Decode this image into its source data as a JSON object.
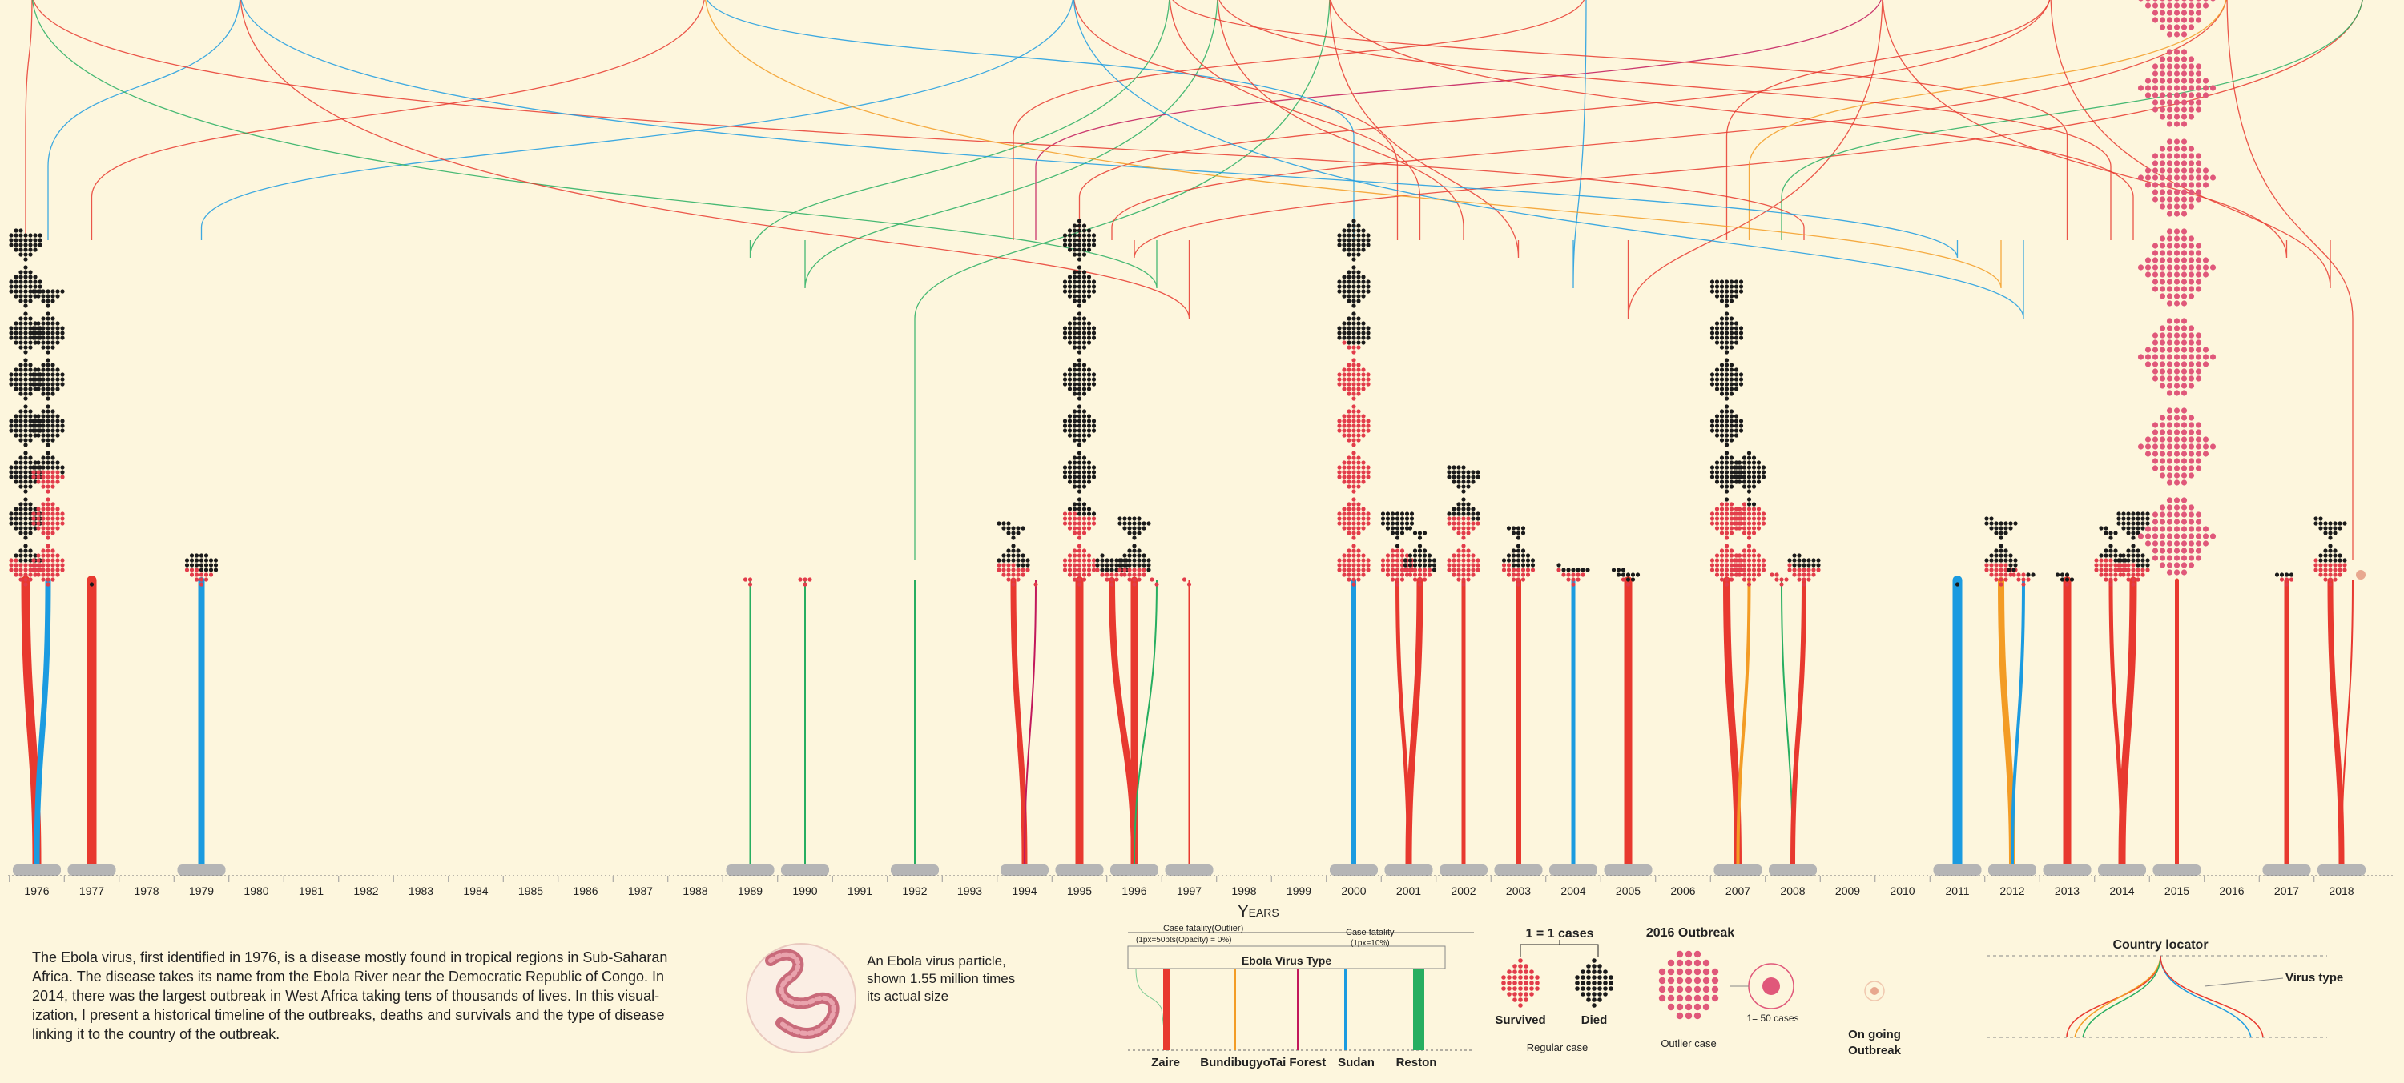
{
  "colors": {
    "background": "#fdf6dd",
    "zaire": "#e8392f",
    "bundibugyo": "#f39c25",
    "tai_forest": "#c2185b",
    "sudan": "#1b9be0",
    "reston": "#27ae60",
    "survived": "#e23c4a",
    "died": "#1a1a1a",
    "outlier": "#e0587a",
    "ongoing": "#e8a88f"
  },
  "chart_data": {
    "type": "timeline",
    "xlabel": "Years",
    "years": [
      "1976",
      "1977",
      "1978",
      "1979",
      "1980",
      "1981",
      "1982",
      "1983",
      "1984",
      "1985",
      "1986",
      "1987",
      "1988",
      "1989",
      "1990",
      "1991",
      "1992",
      "1993",
      "1994",
      "1995",
      "1996",
      "1997",
      "1998",
      "1999",
      "2000",
      "2001",
      "2002",
      "2003",
      "2004",
      "2005",
      "2006",
      "2007",
      "2008",
      "2009",
      "2010",
      "2011",
      "2012",
      "2013",
      "2014",
      "2015",
      "2016",
      "2017",
      "2018"
    ],
    "outbreaks": [
      {
        "year": "1976",
        "virus": "zaire",
        "survived": 25,
        "died": 280
      },
      {
        "year": "1976",
        "virus": "sudan",
        "survived": 100,
        "died": 150
      },
      {
        "year": "1977",
        "virus": "zaire",
        "survived": 0,
        "died": 1
      },
      {
        "year": "1979",
        "virus": "sudan",
        "survived": 12,
        "died": 22
      },
      {
        "year": "1989",
        "virus": "reston",
        "survived": 3,
        "died": 0
      },
      {
        "year": "1990",
        "virus": "reston",
        "survived": 4,
        "died": 0
      },
      {
        "year": "1992",
        "virus": "reston",
        "survived": 0,
        "died": 0
      },
      {
        "year": "1994",
        "virus": "zaire",
        "survived": 20,
        "died": 31
      },
      {
        "year": "1994",
        "virus": "tai_forest",
        "survived": 1,
        "died": 0
      },
      {
        "year": "1995",
        "virus": "zaire",
        "survived": 65,
        "died": 254
      },
      {
        "year": "1996",
        "virus": "zaire",
        "survived": 10,
        "died": 21
      },
      {
        "year": "1996",
        "virus": "zaire",
        "survived": 15,
        "died": 45
      },
      {
        "year": "1996",
        "virus": "reston",
        "survived": 2,
        "died": 0
      },
      {
        "year": "1997",
        "virus": "zaire",
        "survived": 2,
        "died": 0
      },
      {
        "year": "2000",
        "virus": "sudan",
        "survived": 200,
        "died": 224
      },
      {
        "year": "2001",
        "virus": "zaire",
        "survived": 38,
        "died": 31
      },
      {
        "year": "2001",
        "virus": "zaire",
        "survived": 15,
        "died": 29
      },
      {
        "year": "2002",
        "virus": "zaire",
        "survived": 60,
        "died": 45
      },
      {
        "year": "2003",
        "virus": "zaire",
        "survived": 18,
        "died": 29
      },
      {
        "year": "2004",
        "virus": "sudan",
        "survived": 10,
        "died": 7
      },
      {
        "year": "2005",
        "virus": "zaire",
        "survived": 2,
        "died": 10
      },
      {
        "year": "2007",
        "virus": "zaire",
        "survived": 77,
        "died": 187
      },
      {
        "year": "2007",
        "virus": "bundibugyo",
        "survived": 75,
        "died": 42
      },
      {
        "year": "2008",
        "virus": "reston",
        "survived": 6,
        "died": 0
      },
      {
        "year": "2008",
        "virus": "zaire",
        "survived": 17,
        "died": 15
      },
      {
        "year": "2011",
        "virus": "sudan",
        "survived": 0,
        "died": 1
      },
      {
        "year": "2012",
        "virus": "bundibugyo",
        "survived": 21,
        "died": 36
      },
      {
        "year": "2012",
        "virus": "sudan",
        "survived": 7,
        "died": 4
      },
      {
        "year": "2013",
        "virus": "zaire",
        "survived": 1,
        "died": 6
      },
      {
        "year": "2014",
        "virus": "zaire",
        "survived": 27,
        "died": 18
      },
      {
        "year": "2014",
        "virus": "zaire",
        "survived": 20,
        "died": 49
      },
      {
        "year": "2015",
        "virus": "zaire",
        "outlier": true,
        "cases_per_dot": 50,
        "survived": 17000,
        "died": 11310
      },
      {
        "year": "2017",
        "virus": "zaire",
        "survived": 4,
        "died": 4
      },
      {
        "year": "2018",
        "virus": "zaire",
        "survived": 24,
        "died": 33
      },
      {
        "year": "2018",
        "virus": "zaire",
        "ongoing": true
      }
    ]
  },
  "intro": {
    "lines": [
      "The Ebola virus, first identified in 1976, is a disease mostly found in tropical regions in Sub-Saharan",
      "Africa. The disease takes its name from the Ebola River near the Democratic Republic of Congo. In",
      "2014, there was the largest outbreak in West Africa taking tens of thousands of lives. In this visual-",
      "ization, I present a historical timeline of the outbreaks, deaths and survivals and the type of disease",
      "linking it to the country of the outbreak."
    ]
  },
  "particle": {
    "lines": [
      "An Ebola virus particle,",
      "shown 1.55 million times",
      "its actual size"
    ]
  },
  "legend_type": {
    "title": "Ebola Virus Type",
    "fatality_outlier_line1": "Case fatality(Outlier)",
    "fatality_outlier_line2": "(1px=50pts(Opacity) = 0%)",
    "fatality_line1": "Case fatality",
    "fatality_line2": "(1px=10%)",
    "types": [
      "Zaire",
      "Bundibugyo",
      "Tai Forest",
      "Sudan",
      "Reston"
    ]
  },
  "legend_cases": {
    "scale": "1 = 1 cases",
    "survived": "Survived",
    "died": "Died",
    "regular": "Regular case",
    "outbreak_title": "2016 Outbreak",
    "outlier_scale": "1= 50 cases",
    "outlier_label": "Outlier case",
    "ongoing_line1": "On going",
    "ongoing_line2": "Outbreak"
  },
  "locator": {
    "title": "Country locator",
    "virus_type": "Virus type"
  }
}
